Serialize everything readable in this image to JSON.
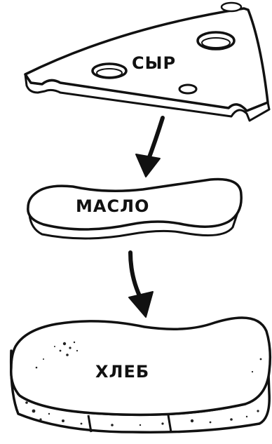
{
  "layers": [
    {
      "id": "cheese",
      "label": "СЫР"
    },
    {
      "id": "butter",
      "label": "МАСЛО"
    },
    {
      "id": "bread",
      "label": "ХЛЕБ"
    }
  ],
  "colors": {
    "ink": "#111111",
    "paper": "#ffffff"
  }
}
